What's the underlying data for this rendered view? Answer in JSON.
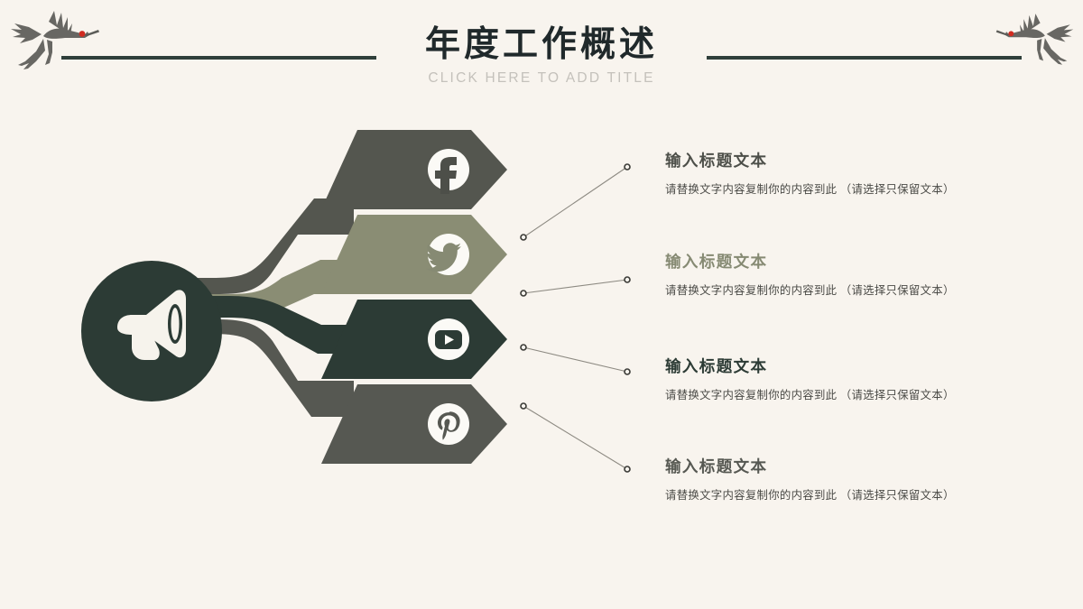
{
  "header": {
    "title": "年度工作概述",
    "subtitle": "CLICK HERE TO ADD TITLE",
    "decor_left_icon": "crane-icon",
    "decor_right_icon": "crane-icon",
    "rule_color": "#2f3f3a"
  },
  "hub": {
    "icon": "megaphone-icon",
    "color": "#2c3b35"
  },
  "background_color": "#f8f4ee",
  "items": [
    {
      "icon": "facebook-icon",
      "color": "#54564f",
      "title": "输入标题文本",
      "title_color": "#4d4f49",
      "body": "请替换文字内容复制你的内容到此 （请选择只保留文本）"
    },
    {
      "icon": "twitter-icon",
      "color": "#8a8d74",
      "title": "输入标题文本",
      "title_color": "#868a73",
      "body": "请替换文字内容复制你的内容到此 （请选择只保留文本）"
    },
    {
      "icon": "youtube-icon",
      "color": "#2c3b35",
      "title": "输入标题文本",
      "title_color": "#2c3b35",
      "body": "请替换文字内容复制你的内容到此 （请选择只保留文本）"
    },
    {
      "icon": "pinterest-icon",
      "color": "#565852",
      "title": "输入标题文本",
      "title_color": "#565852",
      "body": "请替换文字内容复制你的内容到此 （请选择只保留文本）"
    }
  ]
}
